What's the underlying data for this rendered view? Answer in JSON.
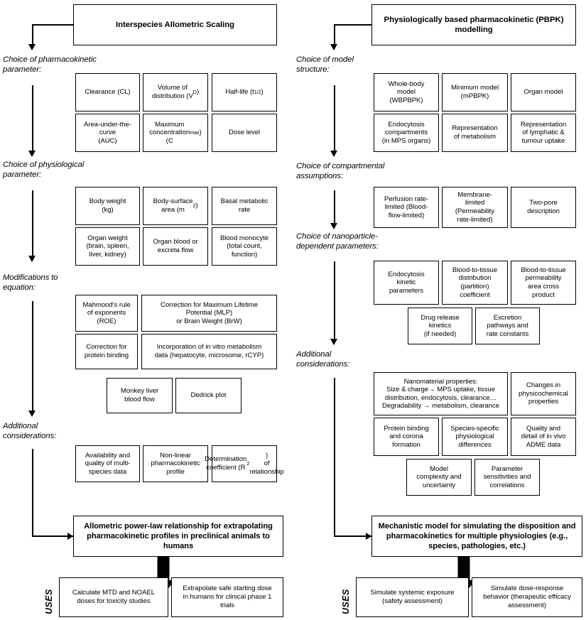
{
  "diagram": {
    "columns": [
      {
        "id": "allometric",
        "title": "Interspecies Allometric Scaling",
        "stages": [
          {
            "label": "Choice of  pharmacokinetic\nparameter:",
            "rows": [
              [
                "Clearance (CL)",
                "Volume of\ndistribution (V_D)",
                "Half-life (t_1/2)"
              ],
              [
                "Area-under-the-\ncurve\n(AUC)",
                "Maximum\nconcentration\n(C_max)",
                "Dose level"
              ]
            ]
          },
          {
            "label": "Choice of physiological\nparameter:",
            "rows": [
              [
                "Body weight\n(kg)",
                "Body-surface\narea (m^2)",
                "Basal metabolic\nrate"
              ],
              [
                "Organ weight\n(brain, spleen,\nliver, kidney)",
                "Organ blood or\nexcreta flow",
                "Blood monocyte\n(total count,\nfunction)"
              ]
            ]
          },
          {
            "label": "Modifications to\nequation:",
            "rows": [
              [
                "Mahmood's rule\nof exponents\n(ROE)",
                "Correction for Maximum Lifetime\nPotential (MLP)\nor Brain Weight (BrW)"
              ],
              [
                "Correction for\nprotein binding",
                "Incorporation of in vitro metabolism\ndata (hepatocyte, microsome, rCYP)"
              ],
              [
                "Monkey liver\nblood flow",
                "Dedrick plot"
              ]
            ]
          },
          {
            "label": "Additional\nconsiderations:",
            "rows": [
              [
                "Availability and\nquality of multi-\nspecies data",
                "Non-linear\npharmacokinetic\nprofile",
                "Determination\ncoefficient (R^2)\nof relationship"
              ]
            ]
          }
        ],
        "summary": "Allometric power-law relationship for extrapolating pharmacokinetic profiles in preclinical animals to humans",
        "uses_label": "USES",
        "uses": [
          "Calculate MTD and NOAEL\ndoses for toxicity studies",
          "Extrapolate safe starting dose\nin humans for clinical phase 1\ntrials"
        ]
      },
      {
        "id": "pbpk",
        "title": "Physiologically based pharmacokinetic (PBPK) modelling",
        "stages": [
          {
            "label": "Choice of model\nstructure:",
            "rows": [
              [
                "Whole-body\nmodel\n(WBPBPK)",
                "Minimum model\n(mPBPK)",
                "Organ model"
              ],
              [
                "Endocytosis\ncompartments\n(in MPS organs)",
                "Representation\nof metabolism",
                "Representation\nof lymphatic &\ntumour uptake"
              ]
            ]
          },
          {
            "label": "Choice of compartmental\nassumptions:",
            "rows": [
              [
                "Perfusion rate-\nlimited (Blood-\nflow-limited)",
                "Membrane-\nlimited\n(Permeability\nrate-limited)",
                "Two-pore\ndescription"
              ]
            ]
          },
          {
            "label": "Choice of nanoparticle-\ndependent parameters:",
            "rows": [
              [
                "Endocytosis\nkinetic\nparameters",
                "Blood-to-tissue\ndistribution\n(partition)\ncoefficient",
                "Blood-to-tissue\npermeability\narea cross\nproduct"
              ],
              [
                "Drug release\nkinetics\n(if needed)",
                "Excretion\npathways and\nrate constants"
              ]
            ]
          },
          {
            "label": "Additional\nconsiderations:",
            "rows": [
              [
                "Nanomaterial properties:|Size & charge→ MPS uptake, tissue|distribution, endocytosis, clearance…|Degradability → metabolism, clearance",
                "Changes in\nphysicochemical\nproperties"
              ],
              [
                "Protein binding\nand corona\nformation",
                "Species-specific\nphysiological\ndifferences",
                "Quality and\ndetail of in vivo\nADME data"
              ],
              [
                "Model\ncomplexity and\nuncertainty",
                "Parameter\nsensitivities and\ncorrelations"
              ]
            ]
          }
        ],
        "summary": "Mechanistic model for simulating the disposition and pharmacokinetics for multiple physiologies (e.g., species, pathologies, etc.)",
        "uses_label": "USES",
        "uses": [
          "Simulate systemic exposure\n(safety assessment)",
          "Simulate dose-response\nbehavior (therapeutic efficacy\nassessment)"
        ]
      }
    ],
    "colors": {
      "stroke": "#000000",
      "background": "#ffffff",
      "text": "#000000"
    }
  }
}
